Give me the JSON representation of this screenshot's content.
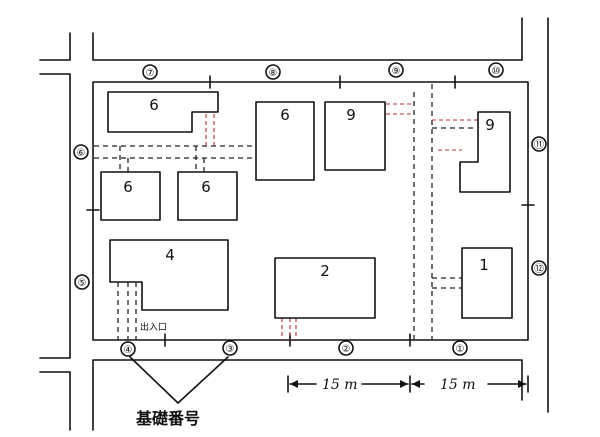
{
  "caption": "基礎番号",
  "entrance_label": "出入口",
  "dimensions": [
    {
      "id": "dim-left",
      "label": "15 m"
    },
    {
      "id": "dim-right",
      "label": "15 m"
    }
  ],
  "buildings": [
    {
      "id": "b-top-left",
      "label": "6"
    },
    {
      "id": "b-mid-left-a",
      "label": "6"
    },
    {
      "id": "b-mid-left-b",
      "label": "6"
    },
    {
      "id": "b-center-tall",
      "label": "6"
    },
    {
      "id": "b-center-9",
      "label": "9"
    },
    {
      "id": "b-right-9",
      "label": "9"
    },
    {
      "id": "b-large-4",
      "label": "4"
    },
    {
      "id": "b-center-2",
      "label": "2"
    },
    {
      "id": "b-right-1",
      "label": "1"
    }
  ],
  "markers": [
    {
      "id": "m1",
      "label": "①"
    },
    {
      "id": "m2",
      "label": "②"
    },
    {
      "id": "m3",
      "label": "③"
    },
    {
      "id": "m4",
      "label": "④"
    },
    {
      "id": "m5",
      "label": "⑤"
    },
    {
      "id": "m6",
      "label": "⑥"
    },
    {
      "id": "m7",
      "label": "⑦"
    },
    {
      "id": "m8",
      "label": "⑧"
    },
    {
      "id": "m9",
      "label": "⑨"
    },
    {
      "id": "m10",
      "label": "⑩"
    },
    {
      "id": "m11",
      "label": "⑪"
    },
    {
      "id": "m12",
      "label": "⑫"
    }
  ]
}
